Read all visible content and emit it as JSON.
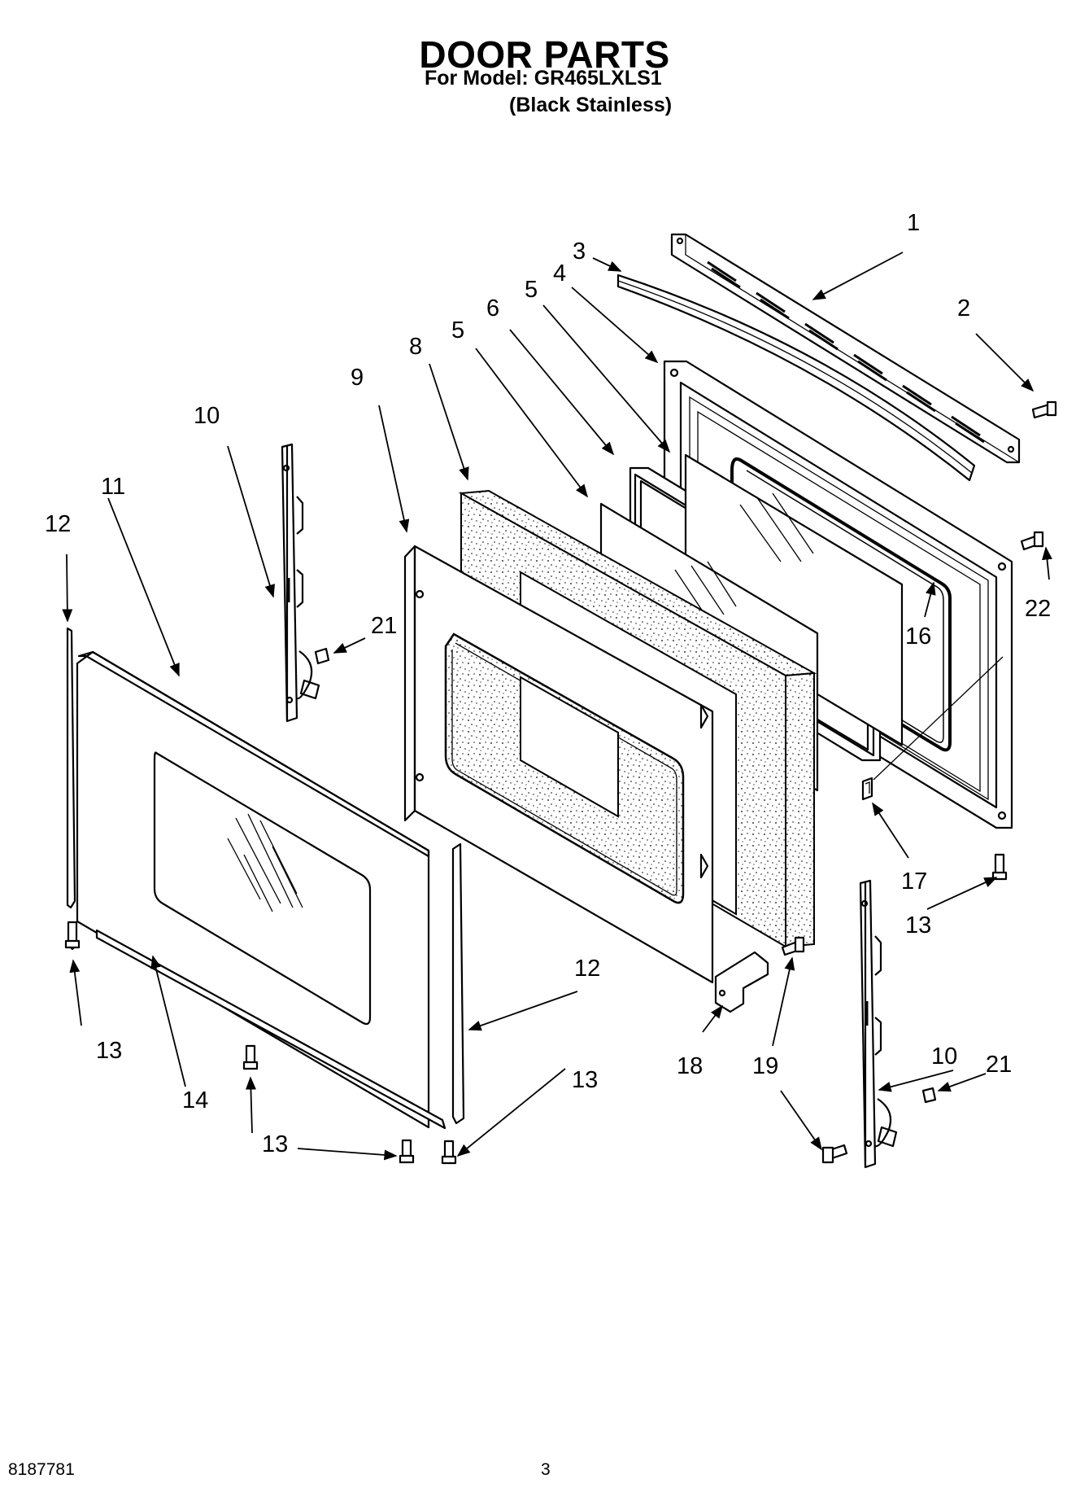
{
  "header": {
    "title": "DOOR PARTS",
    "model_line": "For Model: GR465LXLS1",
    "variant_line": "(Black Stainless)"
  },
  "footer": {
    "doc_number": "8187781",
    "page_number": "3"
  },
  "callouts": {
    "c1": "1",
    "c2": "2",
    "c3": "3",
    "c4": "4",
    "c5a": "5",
    "c5b": "5",
    "c6": "6",
    "c8": "8",
    "c9": "9",
    "c10a": "10",
    "c10b": "10",
    "c11": "11",
    "c12a": "12",
    "c12b": "12",
    "c13a": "13",
    "c13b": "13",
    "c13c": "13",
    "c13d": "13",
    "c14": "14",
    "c16": "16",
    "c17": "17",
    "c18": "18",
    "c19": "19",
    "c21a": "21",
    "c21b": "21",
    "c22": "22"
  }
}
